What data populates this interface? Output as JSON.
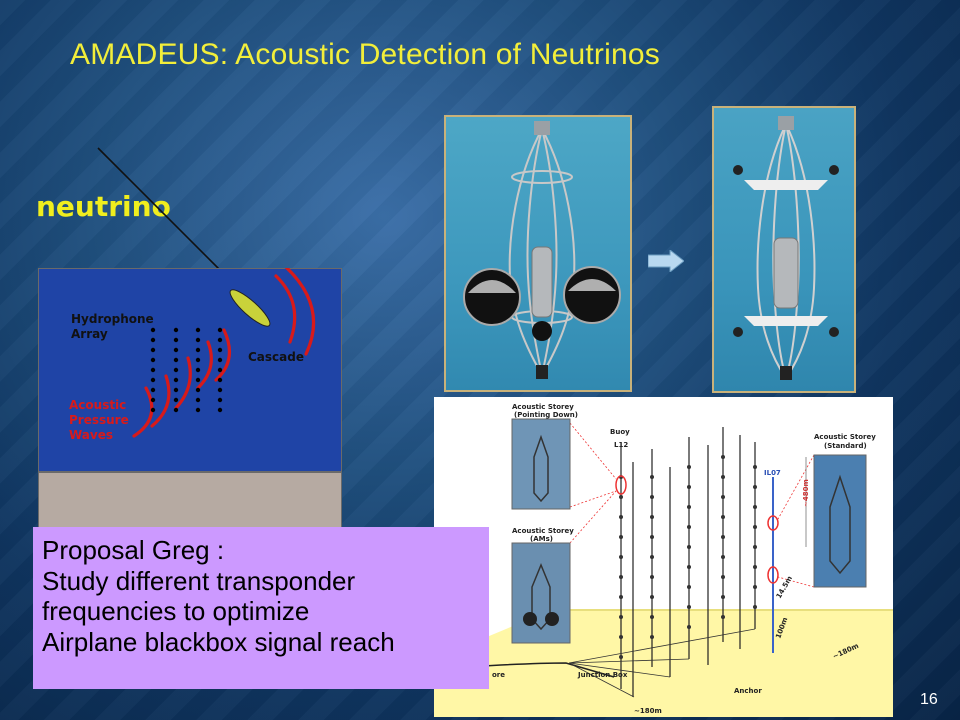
{
  "slide": {
    "title": "AMADEUS: Acoustic Detection of Neutrinos",
    "page_number": "16"
  },
  "diagram": {
    "neutrino_label": "neutrino",
    "hydrophone_label_line1": "Hydrophone",
    "hydrophone_label_line2": "Array",
    "cascade_label": "Cascade",
    "acoustic_label_line1": "Acoustic",
    "acoustic_label_line2": "Pressure",
    "acoustic_label_line3": "Waves"
  },
  "antares": {
    "storey_down_line1": "Acoustic Storey",
    "storey_down_line2": "(Pointing Down)",
    "storey_ams_line1": "Acoustic Storey",
    "storey_ams_line2": "(AMs)",
    "storey_std_line1": "Acoustic Storey",
    "storey_std_line2": "(Standard)",
    "buoy": "Buoy",
    "l12": "L12",
    "il07": "IL07",
    "junction_box": "Junction Box",
    "anchor": "Anchor",
    "shore": "ore",
    "dim_480": "~480m",
    "dim_145": "14.5m",
    "dim_100": "100m",
    "dim_180a": "~180m",
    "dim_180b": "~180m"
  },
  "proposal": {
    "line1": "Proposal Greg :",
    "line2": "Study different transponder",
    "line3": "frequencies to optimize",
    "line4": "Airplane blackbox signal reach"
  },
  "colors": {
    "title": "#f2ee3a",
    "neutrino": "#f0ee1e",
    "proposal_bg": "#cc99ff",
    "wave_red": "#d81a1a",
    "water_blue": "#1f44a6",
    "seabed": "#b6aaa2"
  }
}
